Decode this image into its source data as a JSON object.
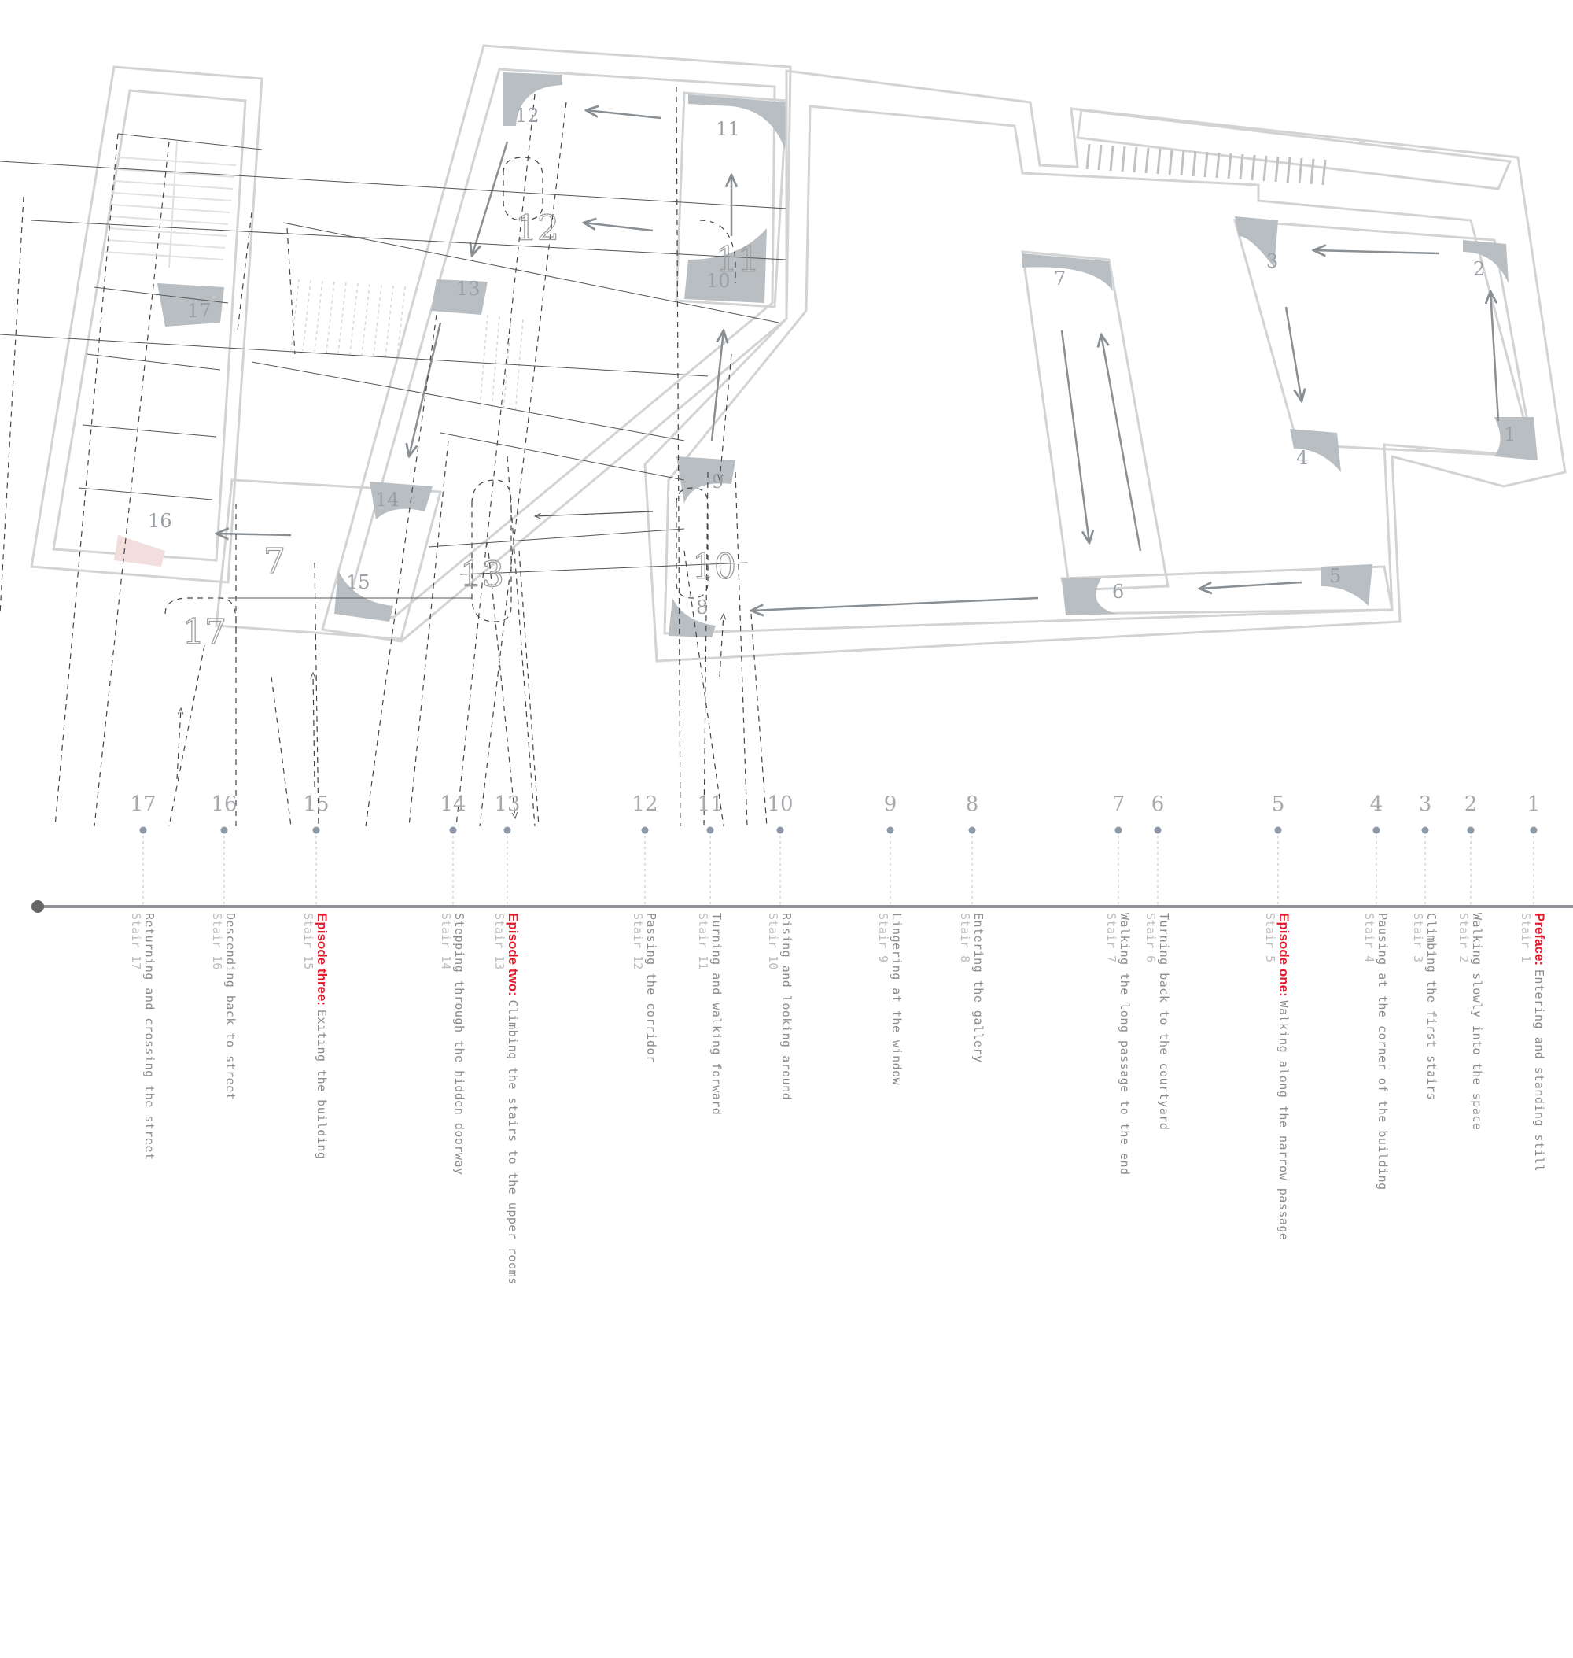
{
  "floor_plan": {
    "room_numbers": [
      "1",
      "2",
      "3",
      "4",
      "5",
      "6",
      "7",
      "8",
      "9",
      "10",
      "11",
      "12",
      "13",
      "14",
      "15",
      "16",
      "17"
    ],
    "ghost_numbers": [
      "12",
      "11",
      "13",
      "10",
      "17",
      "7"
    ]
  },
  "timeline": {
    "stations": [
      {
        "num": "17",
        "episode": "",
        "sub": "Stair 17",
        "desc": "Returning and crossing the street"
      },
      {
        "num": "16",
        "episode": "",
        "sub": "Stair 16",
        "desc": "Descending back to street"
      },
      {
        "num": "15",
        "episode": "Episode three:",
        "sub": "Stair 15",
        "desc": "Exiting the building"
      },
      {
        "num": "14",
        "episode": "",
        "sub": "Stair 14",
        "desc": "Stepping through the hidden doorway"
      },
      {
        "num": "13",
        "episode": "Episode two:",
        "sub": "Stair 13",
        "desc": "Climbing the stairs to the upper rooms"
      },
      {
        "num": "12",
        "episode": "",
        "sub": "Stair 12",
        "desc": "Passing the corridor"
      },
      {
        "num": "11",
        "episode": "",
        "sub": "Stair 11",
        "desc": "Turning and walking forward"
      },
      {
        "num": "10",
        "episode": "",
        "sub": "Stair 10",
        "desc": "Rising and looking around"
      },
      {
        "num": "9",
        "episode": "",
        "sub": "Stair 9",
        "desc": "Lingering at the window"
      },
      {
        "num": "8",
        "episode": "",
        "sub": "Stair 8",
        "desc": "Entering the gallery"
      },
      {
        "num": "7",
        "episode": "",
        "sub": "Stair 7",
        "desc": "Walking the long passage to the end"
      },
      {
        "num": "6",
        "episode": "",
        "sub": "Stair 6",
        "desc": "Turning back to the courtyard"
      },
      {
        "num": "5",
        "episode": "Episode one:",
        "sub": "Stair 5",
        "desc": "Walking along the narrow passage"
      },
      {
        "num": "4",
        "episode": "",
        "sub": "Stair 4",
        "desc": "Pausing at the corner of the building"
      },
      {
        "num": "3",
        "episode": "",
        "sub": "Stair 3",
        "desc": "Climbing the first stairs"
      },
      {
        "num": "2",
        "episode": "",
        "sub": "Stair 2",
        "desc": "Walking slowly into the space"
      },
      {
        "num": "1",
        "episode": "Preface:",
        "sub": "Stair 1",
        "desc": "Entering and standing still"
      }
    ]
  }
}
